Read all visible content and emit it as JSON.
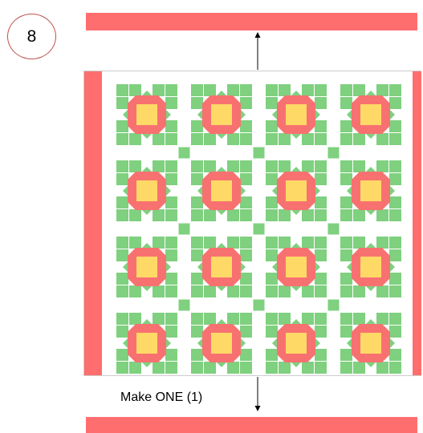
{
  "step": {
    "number": "8"
  },
  "instruction": {
    "label": "Make ONE (1)"
  },
  "colors": {
    "border": "#ff6e6e",
    "block_red": "#f87171",
    "block_yellow": "#ffd966",
    "block_green": "#7fd07f",
    "background": "#ffffff",
    "step_circle_outline": "#c0504d"
  },
  "quilt": {
    "rows": 4,
    "columns": 4,
    "block_count": 16,
    "corner_stone_count": 9
  }
}
